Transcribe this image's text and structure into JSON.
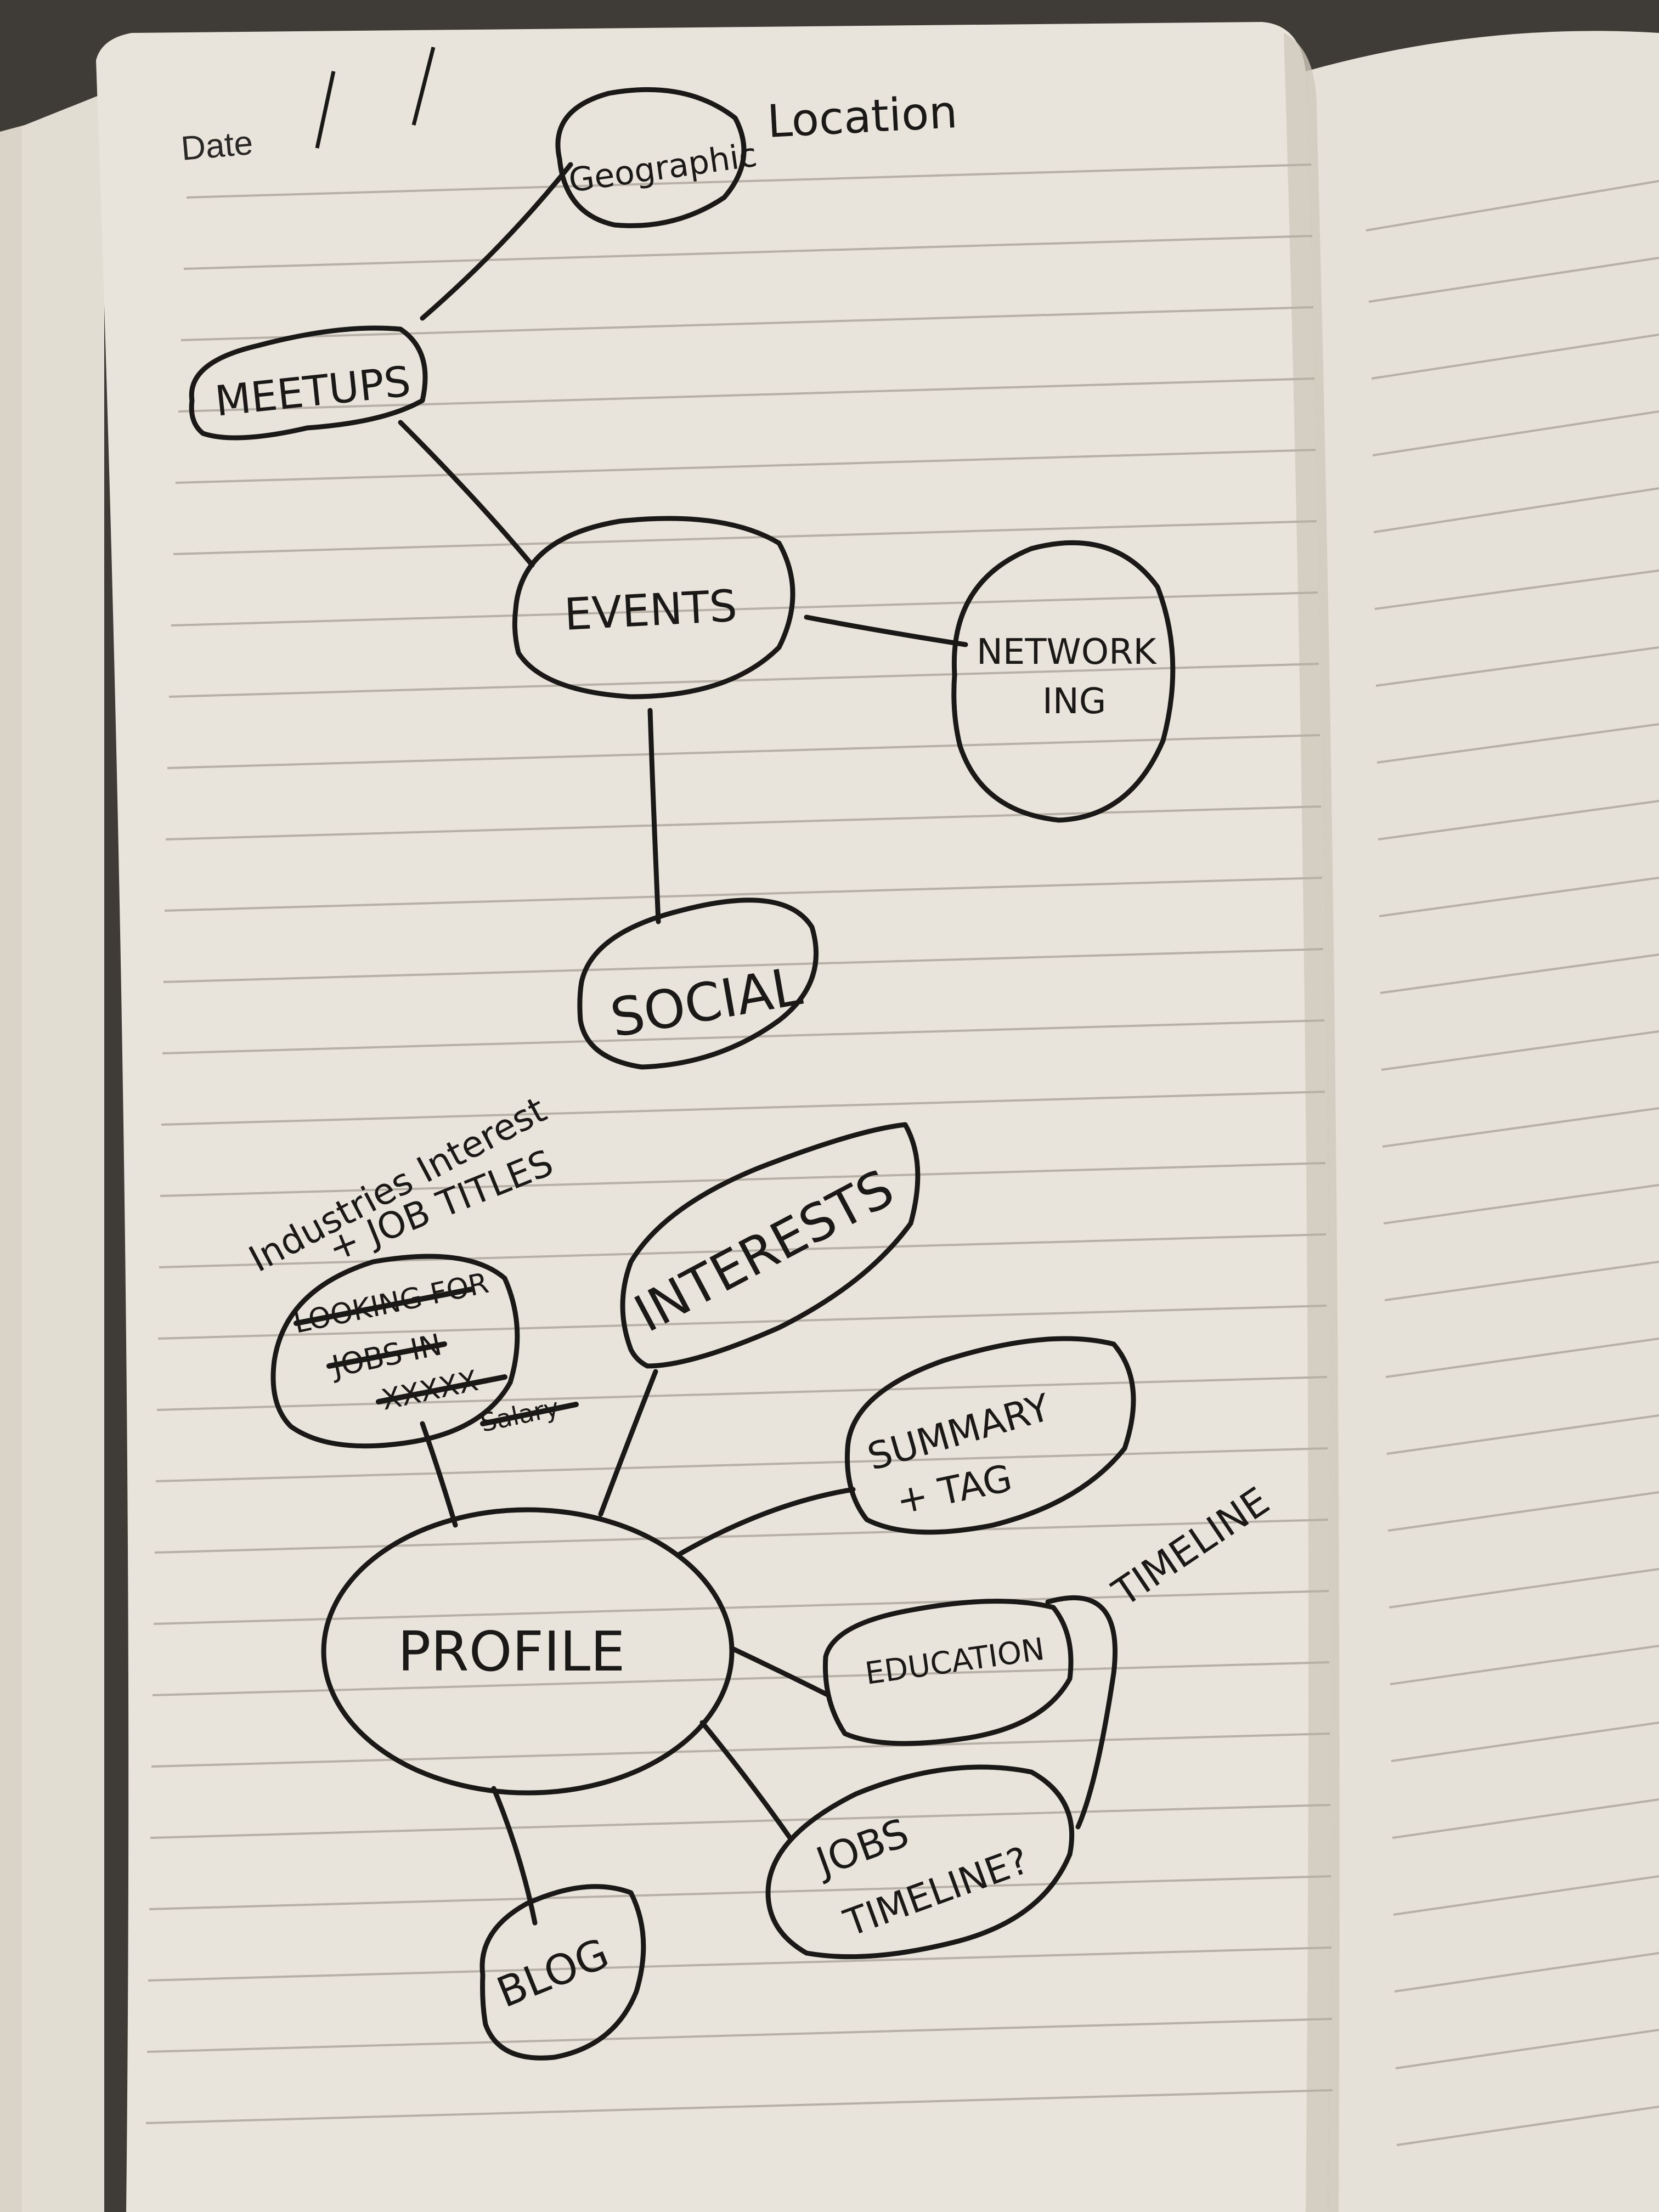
{
  "page": {
    "date_label": "Date",
    "date_separator": "/  /"
  },
  "colors": {
    "paper": "#e9e4db",
    "shadow": "#c9c2b6",
    "ink": "#1b1917",
    "rule": "#b6b0a6",
    "background": "#3f3b36"
  },
  "mindmap": {
    "nodes": {
      "geographic": "Geographic",
      "location": "Location",
      "meetups": "MEETUPS",
      "events": "EVENTS",
      "networking_line1": "NETWORK",
      "networking_line2": "ING",
      "social": "SOCIAL",
      "interest_note_line1": "Industries Interest",
      "interest_note_line2": "+ JOB TITLES",
      "looking_line1": "LOOKING FOR",
      "looking_line2": "JOBS IN",
      "looking_line3": "XXXXX",
      "looking_line4": "Salary",
      "interests": "INTERESTS",
      "summary_line1": "SUMMARY",
      "summary_line2": "+ TAG",
      "profile": "PROFILE",
      "education": "EDUCATION",
      "timeline": "TIMELINE",
      "jobs_line1": "JOBS",
      "jobs_line2": "TIMELINE?",
      "blog": "BLOG"
    }
  }
}
